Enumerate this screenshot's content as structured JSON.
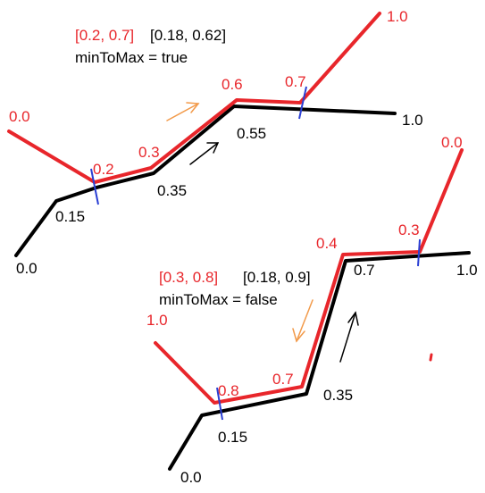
{
  "colors": {
    "red": "#e8262b",
    "black": "#000000",
    "blue": "#2a3fd4",
    "orange": "#f29a4a",
    "background": "#ffffff"
  },
  "top": {
    "header_range": "[0.2, 0.7]",
    "header_actual": "[0.18, 0.62]",
    "flag": "minToMax = true",
    "red_labels": [
      "0.0",
      "0.2",
      "0.3",
      "0.6",
      "0.7",
      "1.0"
    ],
    "black_labels": [
      "0.0",
      "0.15",
      "0.35",
      "0.55",
      "1.0"
    ]
  },
  "bottom": {
    "header_range": "[0.3, 0.8]",
    "header_actual": "[0.18, 0.9]",
    "flag": "minToMax = false",
    "red_labels": [
      "1.0",
      "0.8",
      "0.7",
      "0.4",
      "0.3",
      "0.0"
    ],
    "black_labels": [
      "0.0",
      "0.15",
      "0.35",
      "0.7",
      "1.0"
    ]
  }
}
